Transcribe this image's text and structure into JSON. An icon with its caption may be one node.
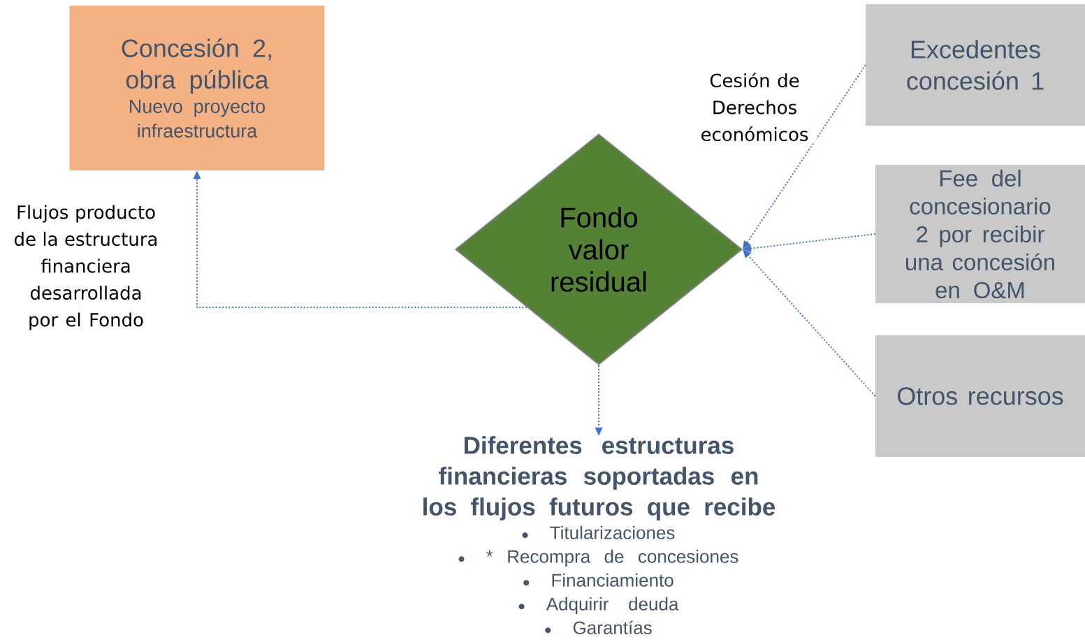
{
  "diagram": {
    "nodes": [
      {
        "text": [
          "Concesión 2, obra pública",
          "Nuevo proyecto infraestructura"
        ]
      },
      {
        "text": [
          "Fondo valor residual"
        ]
      },
      {
        "text": [
          "Excedentes concesión 1"
        ]
      },
      {
        "text": [
          "Fee del concesionario 2 por recibir una concesión en O&M"
        ]
      },
      {
        "text": [
          "Otros recursos"
        ]
      },
      {
        "text": [
          "Diferentes estructuras financieras soportadas en los flujos futuros que recibe",
          "Titularizaciones",
          "* Recompra de concesiones",
          "Financiamiento",
          "Adquirir deuda",
          "Garantías"
        ]
      }
    ],
    "edges": [
      {
        "from": 2,
        "to": 1,
        "arrow": "to",
        "label": "Cesión de Derechos económicos"
      },
      {
        "from": 3,
        "to": 1,
        "arrow": "to"
      },
      {
        "from": 4,
        "to": 1,
        "arrow": "to"
      },
      {
        "from": 1,
        "to": 0,
        "arrow": "to",
        "label": "Flujos producto de la estructura financiera desarrollada por el Fondo"
      },
      {
        "from": 1,
        "to": 5,
        "arrow": "to"
      }
    ]
  }
}
